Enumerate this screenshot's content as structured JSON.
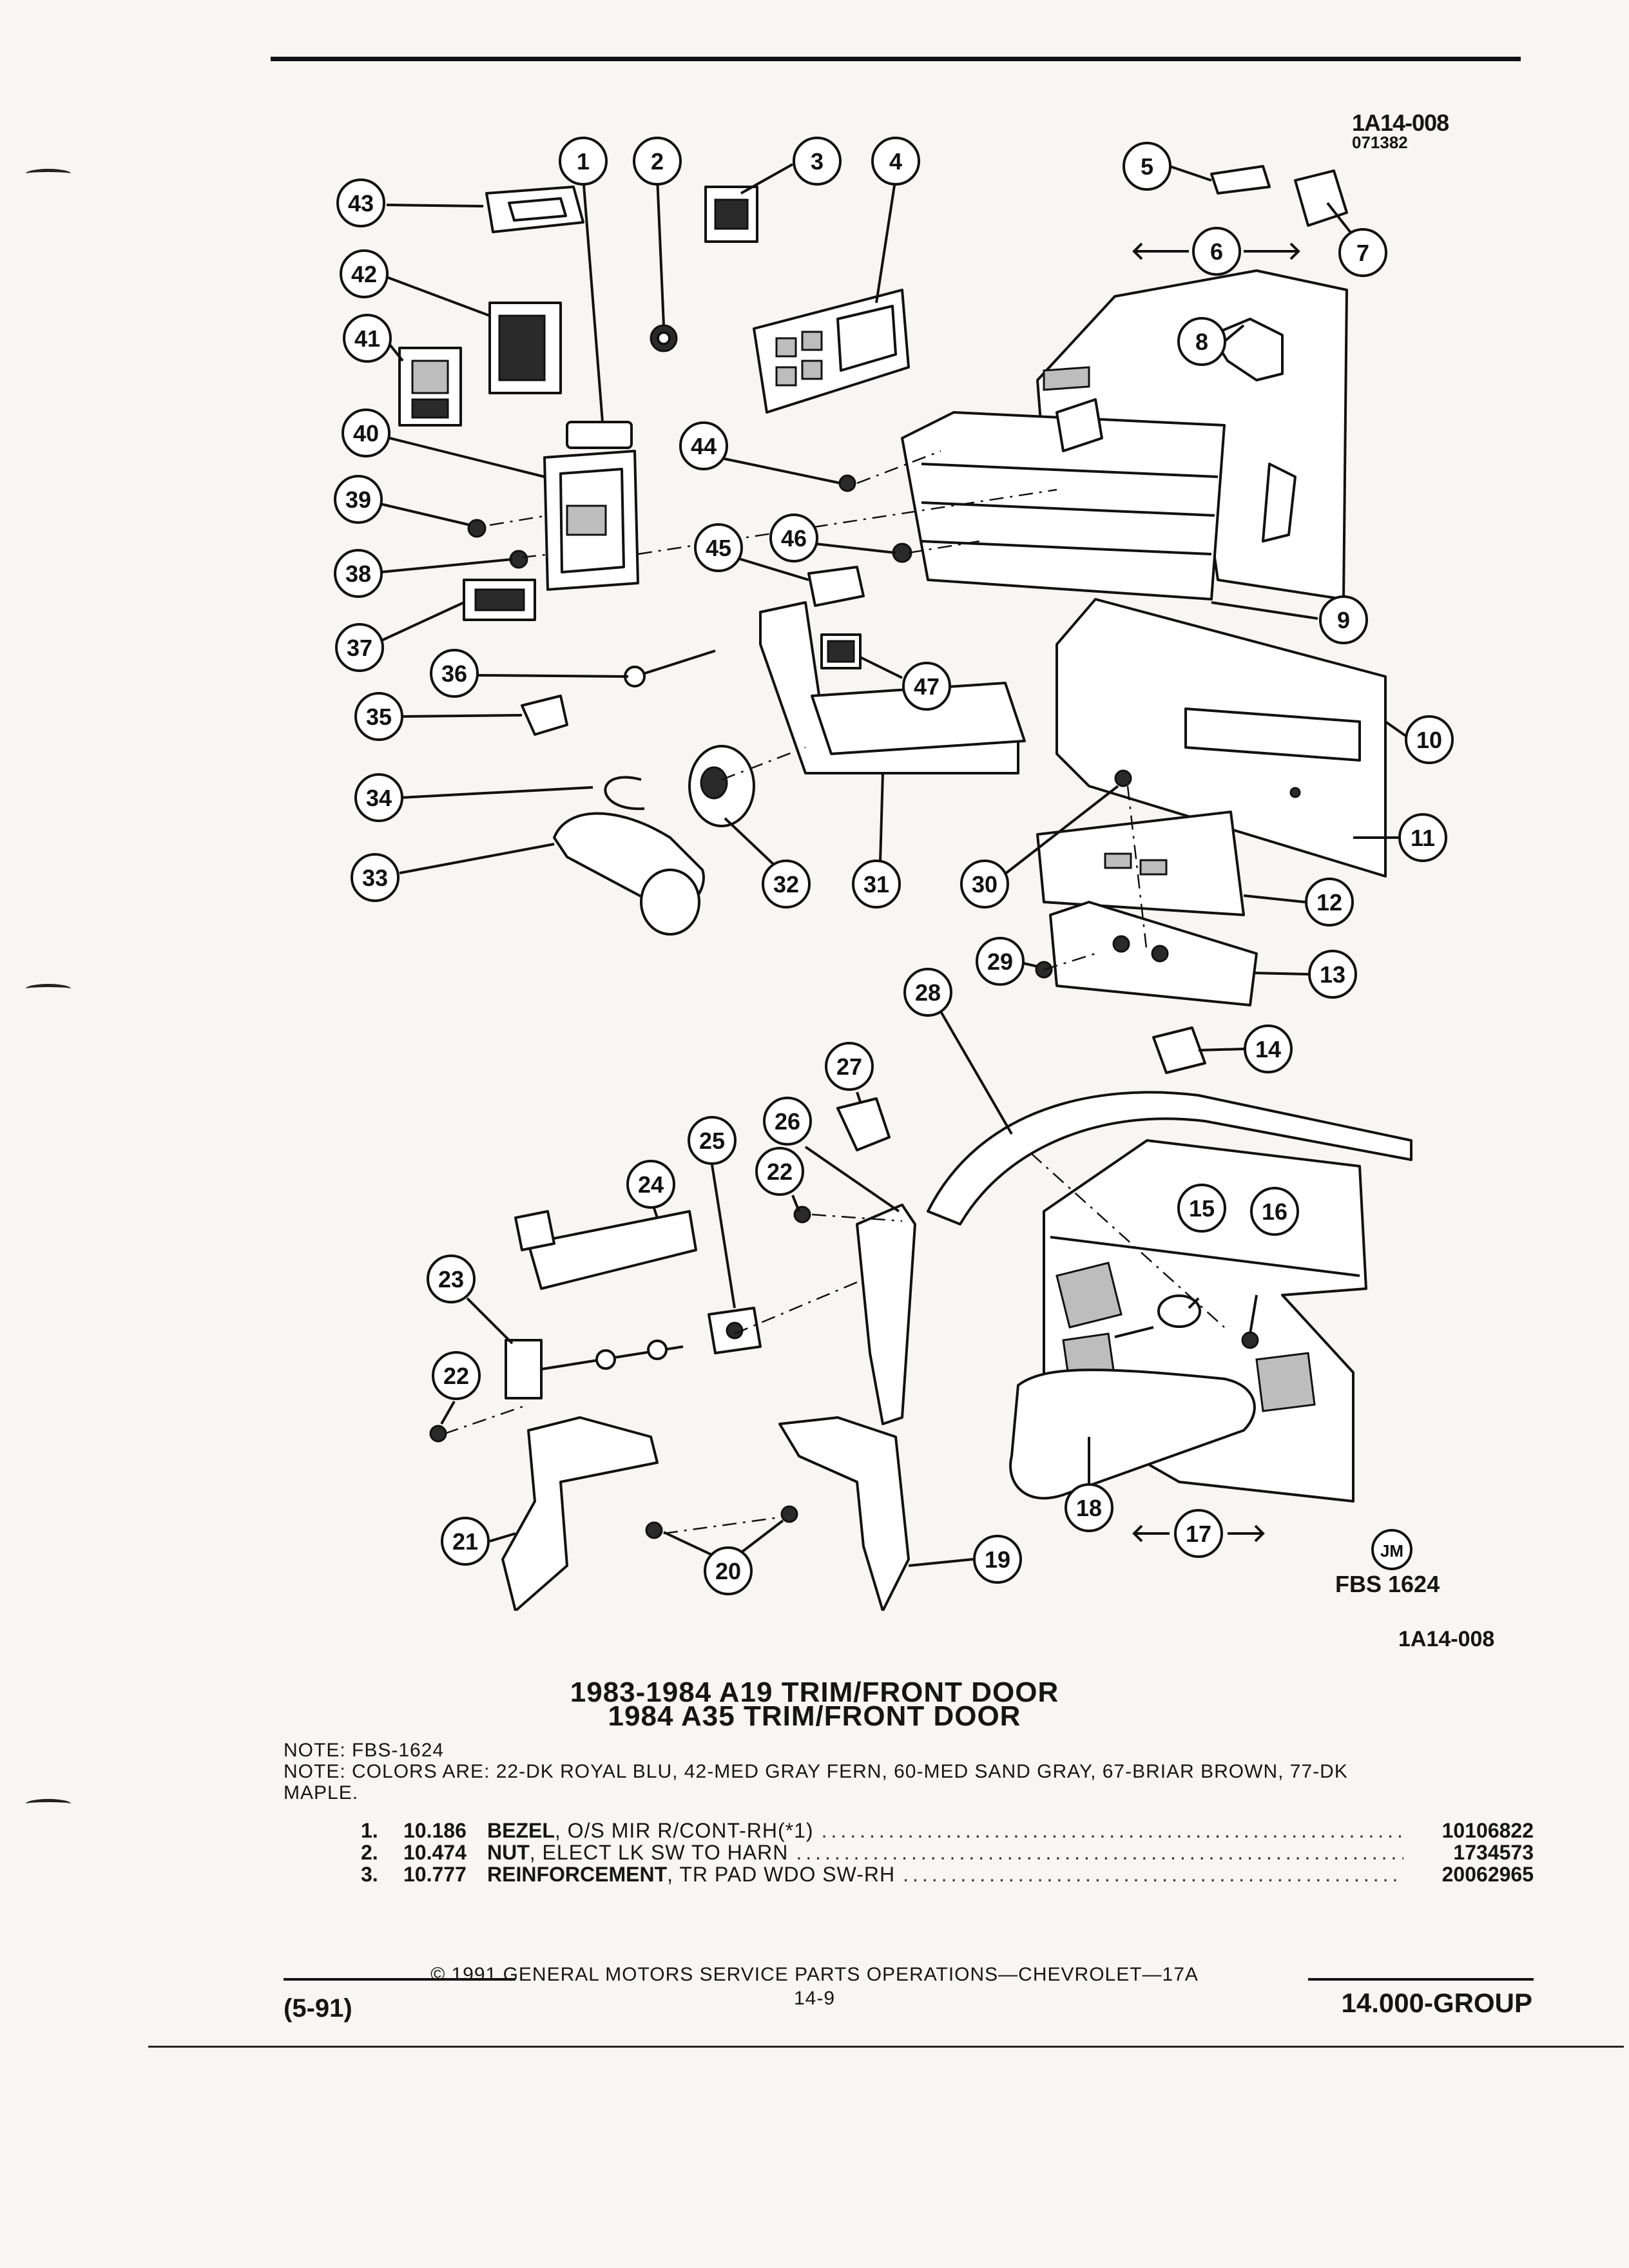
{
  "header": {
    "diagram_code": "1A14-008",
    "diagram_date": "071382"
  },
  "callouts": [
    "1",
    "2",
    "3",
    "4",
    "5",
    "6",
    "7",
    "8",
    "9",
    "10",
    "11",
    "12",
    "13",
    "14",
    "15",
    "16",
    "17",
    "18",
    "19",
    "20",
    "21",
    "22",
    "23",
    "24",
    "25",
    "26",
    "27",
    "28",
    "29",
    "30",
    "31",
    "32",
    "33",
    "34",
    "35",
    "36",
    "37",
    "38",
    "39",
    "40",
    "41",
    "42",
    "43",
    "44",
    "45",
    "46",
    "47"
  ],
  "stamp": {
    "initials": "JM",
    "fbs": "FBS 1624",
    "code": "1A14-008"
  },
  "title": {
    "line1": "1983-1984 A19 TRIM/FRONT DOOR",
    "line2": "1984 A35 TRIM/FRONT DOOR"
  },
  "notes": [
    "NOTE:  FBS-1624",
    "NOTE:  COLORS ARE: 22-DK ROYAL BLU, 42-MED GRAY FERN, 60-MED SAND GRAY, 67-BRIAR BROWN, 77-DK",
    "MAPLE."
  ],
  "parts": [
    {
      "num": "1.",
      "code": "10.186",
      "name": "BEZEL",
      "desc": ", O/S MIR R/CONT-RH(*1)",
      "part": "10106822"
    },
    {
      "num": "2.",
      "code": "10.474",
      "name": "NUT",
      "desc": ", ELECT LK SW TO HARN",
      "part": "1734573"
    },
    {
      "num": "3.",
      "code": "10.777",
      "name": "REINFORCEMENT",
      "desc": ", TR PAD WDO SW-RH",
      "part": "20062965"
    }
  ],
  "footer": {
    "copyright": "©  1991  GENERAL MOTORS SERVICE PARTS OPERATIONS—CHEVROLET—17A",
    "page": "14-9",
    "date": "(5-91)",
    "group": "14.000-GROUP"
  }
}
